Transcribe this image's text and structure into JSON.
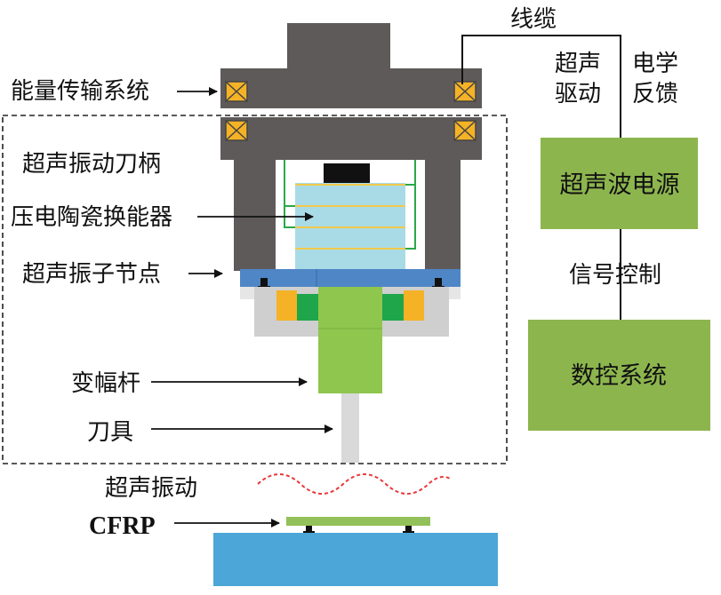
{
  "labels": {
    "energy_transfer": "能量传输系统",
    "ultrasonic_toolholder": "超声振动刀柄",
    "piezo_transducer": "压电陶瓷换能器",
    "vibrator_node": "超声振子节点",
    "horn": "变幅杆",
    "tool": "刀具",
    "ultrasonic_vibration": "超声振动",
    "cfrp": "CFRP",
    "cable": "线缆",
    "drive_line1": "超声",
    "drive_line2": "驱动",
    "feedback_line1": "电学",
    "feedback_line2": "反馈",
    "signal_control": "信号控制"
  },
  "boxes": {
    "power_supply": "超声波电源",
    "cnc_system": "数控系统"
  },
  "colors": {
    "housing": "#5f5a5a",
    "coil": "#f5b226",
    "piezo": "#a9dbe6",
    "electrode": "#f2c84b",
    "flange": "#4f86c6",
    "horn": "#8ec64e",
    "seal": "#1fa64a",
    "support": "#cfcfcf",
    "tool": "#d9d9d9",
    "cfrp_plate": "#92c05a",
    "table": "#4da6d8",
    "box_fill": "#8db54e",
    "wave": "#e8393b"
  }
}
